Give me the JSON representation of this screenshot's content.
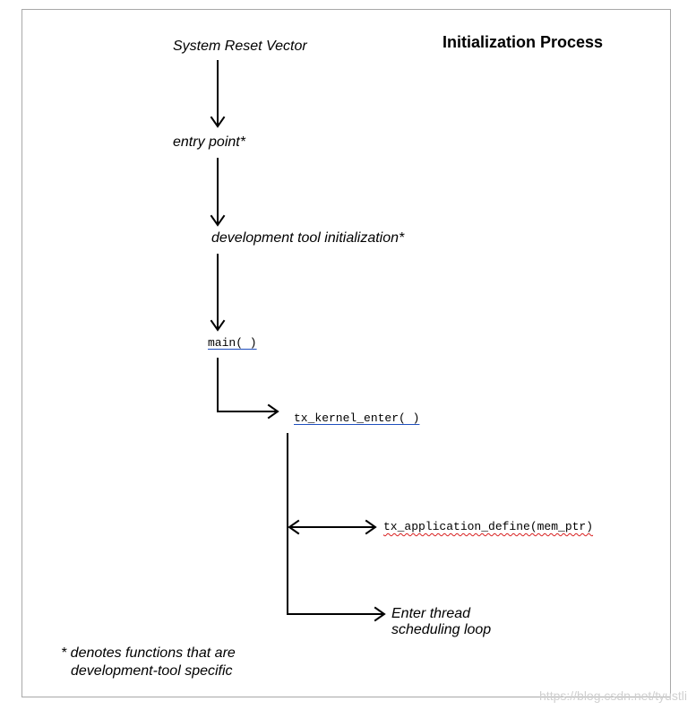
{
  "diagram": {
    "title": "Initialization Process",
    "nodes": {
      "reset_vector": "System Reset Vector",
      "entry_point": "entry point*",
      "dev_tool_init": "development tool initialization*",
      "main": "main( )",
      "kernel_enter": "tx_kernel_enter( )",
      "app_define": "tx_application_define(mem_ptr)",
      "thread_loop_line1": "Enter thread",
      "thread_loop_line2": "scheduling loop"
    },
    "footnote": {
      "line1": "* denotes functions that are",
      "line2": "development-tool specific"
    },
    "watermark": "https://blog.csdn.net/tyustli"
  }
}
